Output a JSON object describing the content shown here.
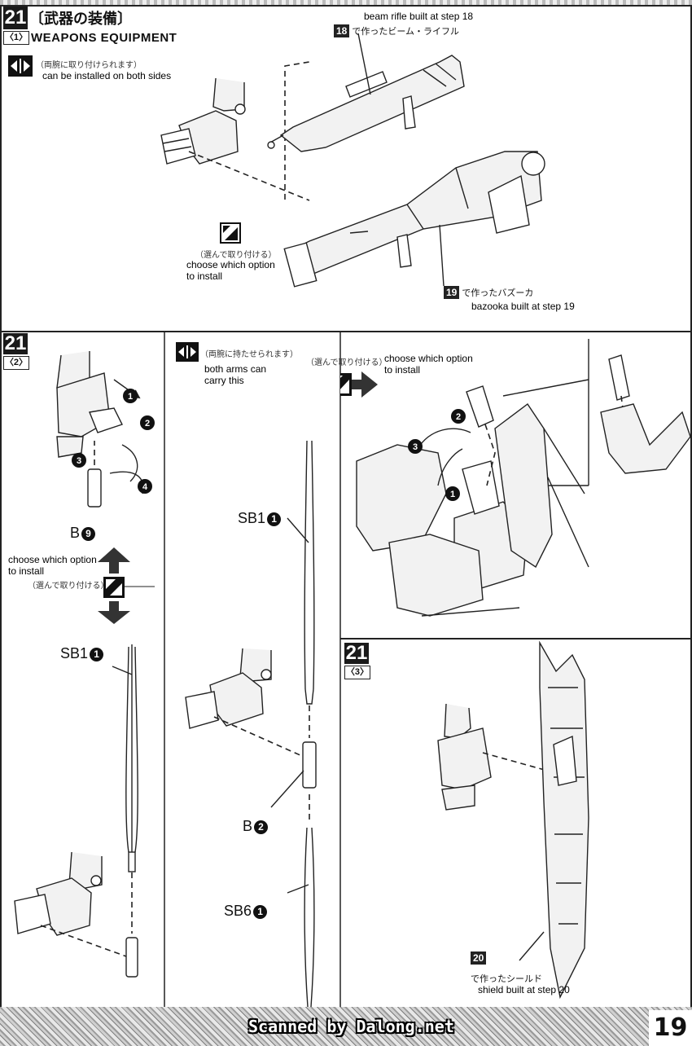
{
  "section1": {
    "step_number": "21",
    "sub_label": "〈1〉",
    "title_jp": "〔武器の装備〕",
    "title_en": "WEAPONS EQUIPMENT",
    "note_jp": "（両腕に取り付けられます）",
    "note_en": "can be installed on both sides",
    "rifle_en": "beam rifle built at step 18",
    "rifle_step": "18",
    "rifle_jp": "で作ったビーム・ライフル",
    "choose_jp": "（選んで取り付ける）",
    "choose_en_1": "choose which option",
    "choose_en_2": "to install",
    "bazooka_step": "19",
    "bazooka_jp": "で作ったバズーカ",
    "bazooka_en": "bazooka built at step 19"
  },
  "section2": {
    "step_number": "21",
    "sub_label": "〈2〉",
    "part_b9_letter": "B",
    "part_b9_num": "9",
    "left_choose_en_1": "choose which option",
    "left_choose_en_2": "to install",
    "left_choose_jp": "（選んで取り付ける）",
    "left_sb1_letter": "SB1",
    "left_sb1_num": "1",
    "mid_note_jp": "（両腕に持たせられます）",
    "mid_note_en_1": "both arms can",
    "mid_note_en_2": "carry this",
    "mid_sb1_letter": "SB1",
    "mid_sb1_num": "1",
    "mid_b2_letter": "B",
    "mid_b2_num": "2",
    "mid_sb6_letter": "SB6",
    "mid_sb6_num": "1",
    "right_choose_jp": "（選んで取り付ける）",
    "right_choose_en_1": "choose which option",
    "right_choose_en_2": "to install",
    "arrow_steps": [
      "1",
      "2",
      "3",
      "4"
    ],
    "right_arrow_steps": [
      "1",
      "2",
      "3"
    ]
  },
  "section3": {
    "step_number": "21",
    "sub_label": "〈3〉",
    "shield_step": "20",
    "shield_jp": "で作ったシールド",
    "shield_en": "shield built at step 20"
  },
  "footer": {
    "credit": "Scanned by Dalong.net",
    "page_number": "19"
  }
}
